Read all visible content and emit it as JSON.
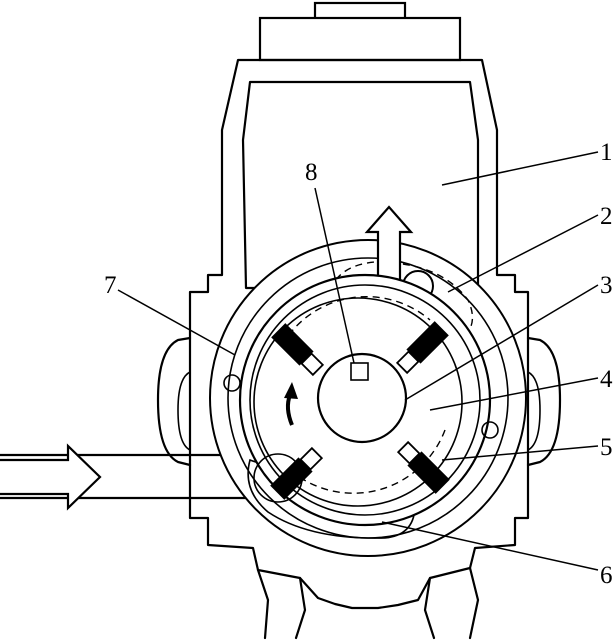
{
  "labels": {
    "l1": "1",
    "l2": "2",
    "l3": "3",
    "l4": "4",
    "l5": "5",
    "l6": "6",
    "l7": "7",
    "l8": "8"
  },
  "colors": {
    "stroke": "#000000",
    "background": "#ffffff"
  }
}
